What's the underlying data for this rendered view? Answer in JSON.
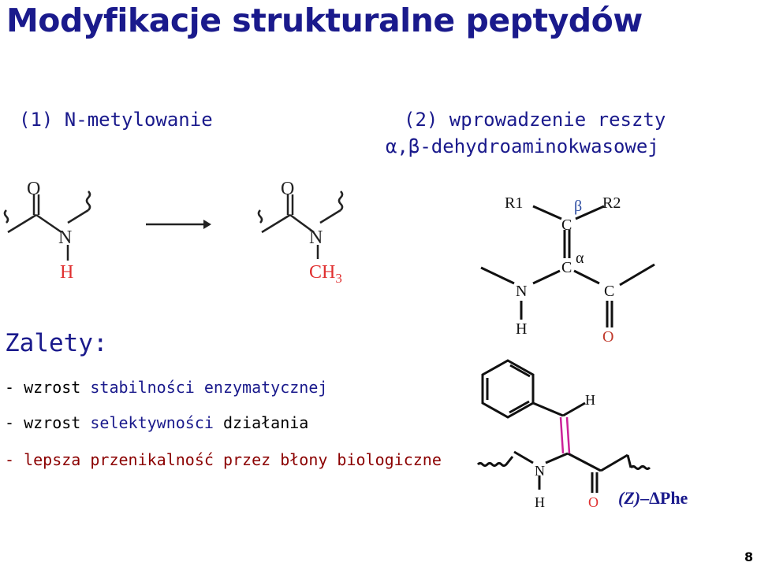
{
  "title": "Modyfikacje strukturalne peptydów",
  "section1": {
    "heading": "(1) N-metylowanie"
  },
  "section2": {
    "heading_line1": "(2) wprowadzenie reszty",
    "heading_line2": "α,β-dehydroaminokwasowej"
  },
  "advantages": {
    "heading": "Zalety:",
    "items": [
      {
        "prefix": "- wzrost ",
        "highlight": "stabilności enzymatycznej"
      },
      {
        "prefix": "- wzrost ",
        "highlight": "selektywności",
        "suffix": " działania"
      },
      {
        "text": "- lepsza przenikalność przez błony biologiczne"
      }
    ]
  },
  "scheme1": {
    "o_left": "O",
    "n_left": "N",
    "h_left": "H",
    "o_right": "O",
    "n_right": "N",
    "ch3_right": "CH",
    "ch3_sub": "3"
  },
  "scheme2": {
    "r1": "R1",
    "r2": "R2",
    "beta": "β",
    "alpha": "α",
    "c_beta": "C",
    "c_alpha": "C",
    "c_carbonyl": "C",
    "n": "N",
    "h": "H",
    "o": "O"
  },
  "scheme3": {
    "h_vinyl": "H",
    "n": "N",
    "h": "H",
    "o": "O",
    "label_z": "(Z)",
    "label_rest": "–ΔPhe"
  },
  "page_number": "8",
  "colors": {
    "title": "#1a1a8c",
    "red": "#8b0000",
    "atom_red": "#e03030"
  }
}
